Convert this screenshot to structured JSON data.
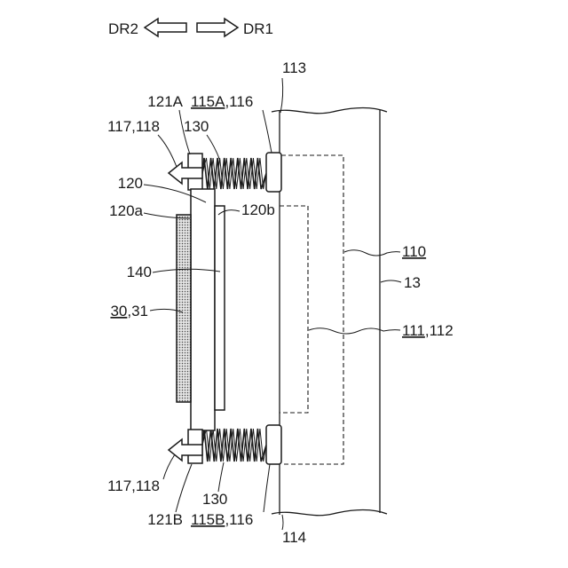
{
  "direction_arrows": {
    "left_label": "DR2",
    "right_label": "DR1"
  },
  "reference_labels": {
    "body_top_edge": "113",
    "body_bottom_edge": "114",
    "body": "13",
    "outer_region": "110",
    "inner_region_underlined": "111",
    "inner_region_rest": ",112",
    "top_tab": "121A",
    "bottom_tab": "121B",
    "top_holder_underlined": "115A",
    "top_holder_rest": ",116",
    "bottom_holder_underlined": "115B",
    "bottom_holder_rest": ",116",
    "top_arrow": "117,118",
    "bottom_arrow": "117,118",
    "top_spring": "130",
    "bottom_spring": "130",
    "plate": "120",
    "plate_left_face": "120a",
    "plate_right_face": "120b",
    "layer": "140",
    "panel_underlined": "30",
    "panel_rest": ",31"
  }
}
